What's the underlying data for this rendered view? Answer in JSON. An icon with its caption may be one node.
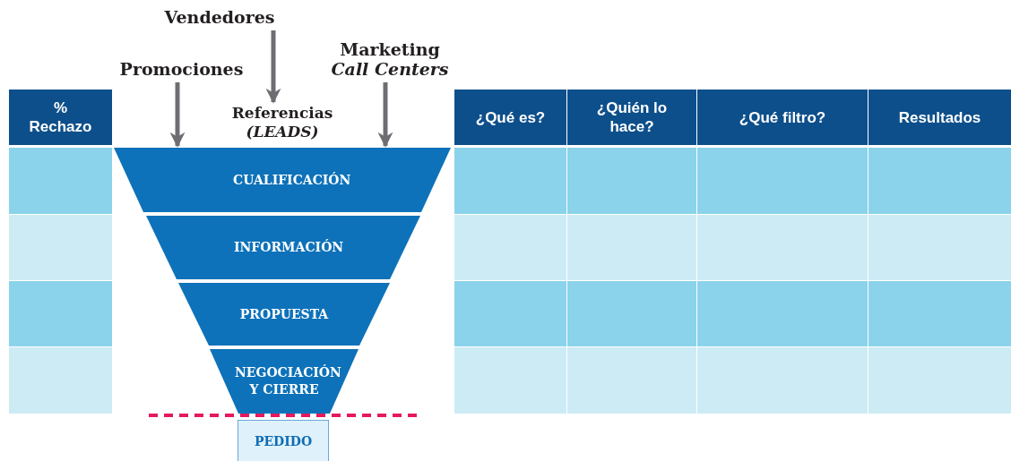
{
  "diagram": {
    "nodes": [
      {
        "text": [
          "Vendedores"
        ]
      },
      {
        "text": [
          "Marketing *Call Centers*"
        ]
      },
      {
        "text": [
          "Promociones"
        ]
      },
      {
        "text": [
          "Referencias *(LEADS)*"
        ]
      },
      {
        "text": [
          "CUALIFICACIÓN"
        ]
      },
      {
        "text": [
          "INFORMACIÓN"
        ]
      },
      {
        "text": [
          "PROPUESTA"
        ]
      },
      {
        "text": [
          "NEGOCIACIÓN Y CIERRE"
        ]
      },
      {
        "text": [
          "PEDIDO"
        ]
      }
    ],
    "edges": [
      {
        "from": 0,
        "to": 3,
        "arrow": "to"
      },
      {
        "from": 2,
        "to": 4,
        "arrow": "to"
      },
      {
        "from": 1,
        "to": 4,
        "arrow": "to"
      }
    ],
    "labels": [
      "% Rechazo",
      "¿Qué es?",
      "¿Quién lo hace?",
      "¿Qué filtro?",
      "Resultados"
    ]
  }
}
